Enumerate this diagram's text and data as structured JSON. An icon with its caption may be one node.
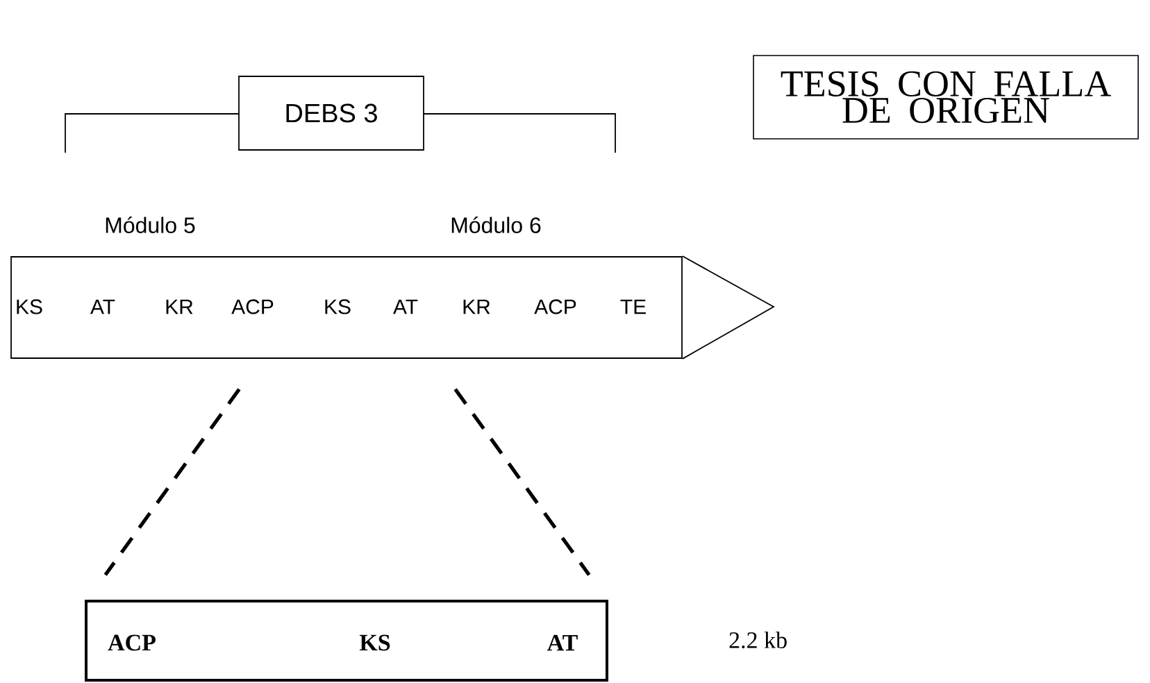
{
  "diagram": {
    "nodes": [
      {
        "text": [
          "DEBS 3"
        ]
      },
      {
        "text": [
          "KS",
          "AT",
          "KR",
          "ACP",
          "KS",
          "AT",
          "KR",
          "ACP",
          "TE"
        ]
      },
      {
        "text": [
          "ACP",
          "KS",
          "AT"
        ]
      },
      {
        "text": [
          "TESIS CON FALLA DE ORIGEN"
        ]
      }
    ],
    "edges": [
      {
        "from": 1,
        "to": 2,
        "arrow": "none",
        "style": "dashed"
      },
      {
        "from": 1,
        "to": 2,
        "arrow": "none",
        "style": "dashed"
      }
    ],
    "labels": [
      "Módulo 5",
      "Módulo 6",
      "2.2 kb"
    ]
  }
}
